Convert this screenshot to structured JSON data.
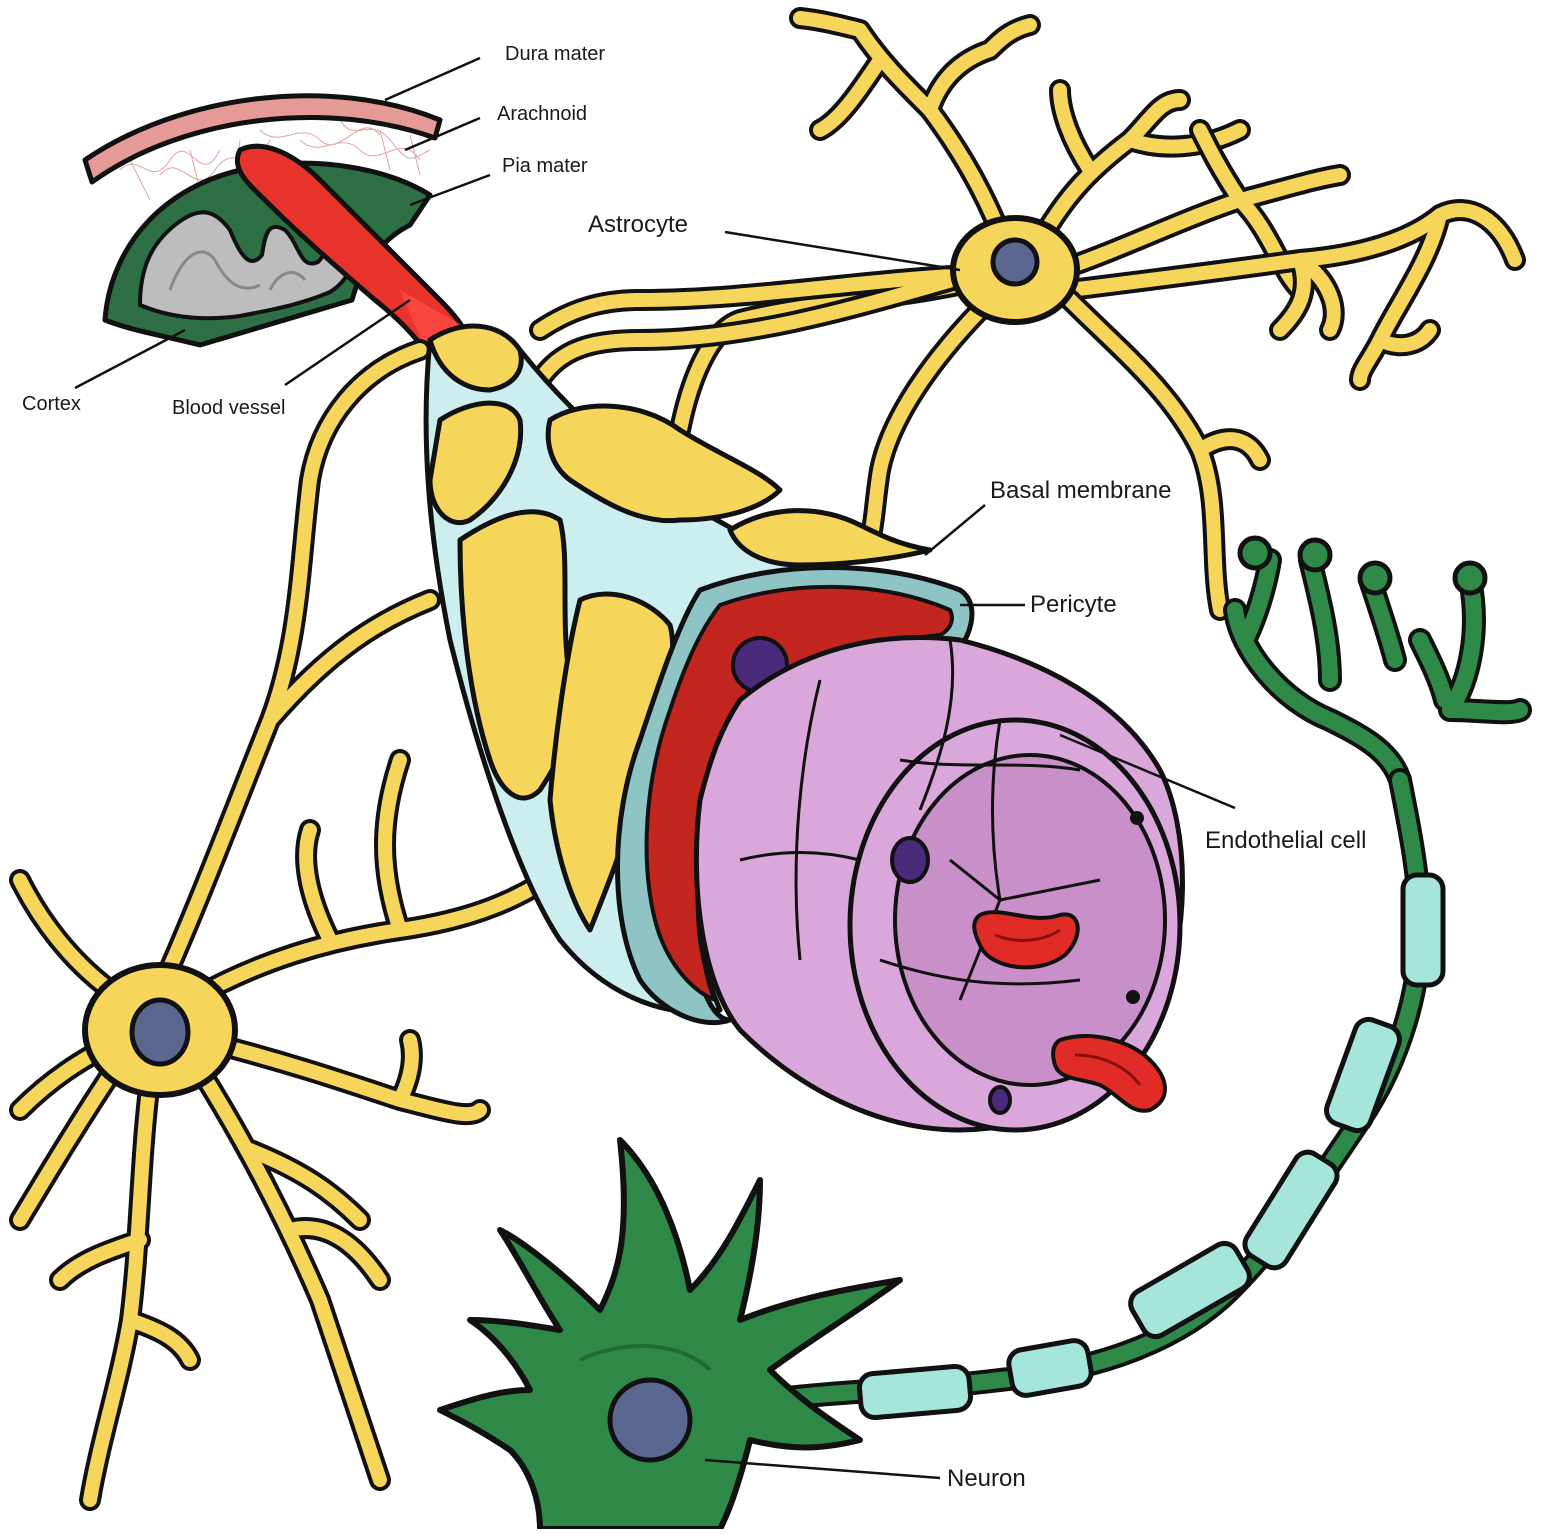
{
  "labels": {
    "dura_mater": "Dura mater",
    "arachnoid": "Arachnoid",
    "pia_mater": "Pia mater",
    "astrocyte": "Astrocyte",
    "cortex": "Cortex",
    "blood_vessel": "Blood vessel",
    "basal_membrane": "Basal membrane",
    "pericyte": "Pericyte",
    "endothelial_cell": "Endothelial cell",
    "neuron": "Neuron"
  },
  "colors": {
    "astrocyte": "#f6d65a",
    "neuron": "#2f8a4a",
    "myelin": "#a6e6da",
    "endothelium": "#d9a7d9",
    "pericyte": "#c3261f",
    "basal_membrane": "#8fc4c4",
    "blood_vessel": "#e8342c",
    "dura": "#e59a97",
    "pia": "#2f6f45",
    "cortex": "#bdbdbd",
    "nucleus": "#5c6790"
  }
}
